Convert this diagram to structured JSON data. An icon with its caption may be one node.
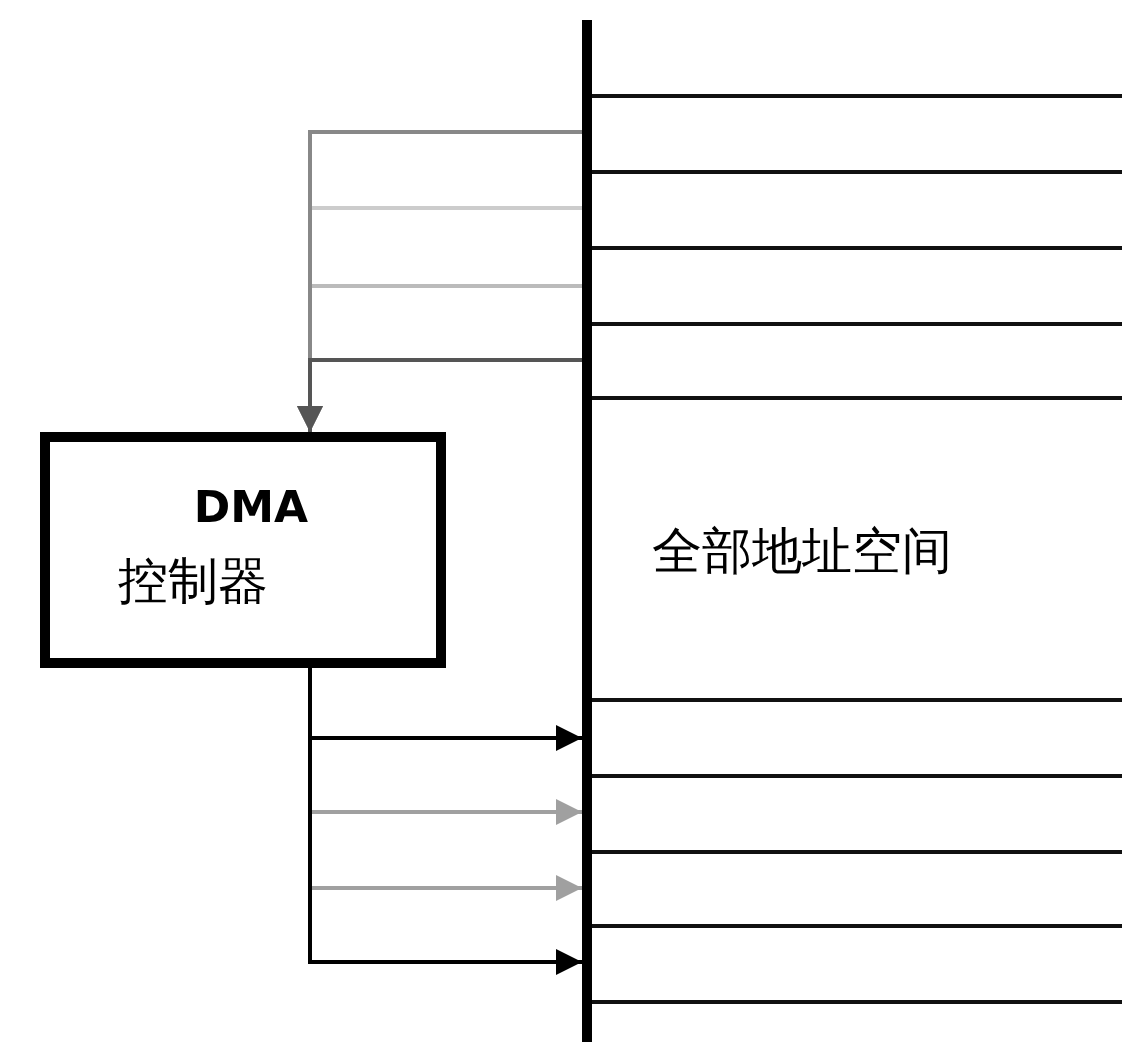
{
  "diagram": {
    "nodes": [
      {
        "text": [
          "DMA",
          "控制器"
        ]
      },
      {
        "text": [
          "全部地址空间"
        ]
      }
    ],
    "edges": [
      {
        "from": 1,
        "to": 0,
        "arrow": "to",
        "color": "#cccccc"
      },
      {
        "from": 1,
        "to": 0,
        "arrow": "to",
        "color": "#bbbbbb"
      },
      {
        "from": 1,
        "to": 0,
        "arrow": "to",
        "color": "#888888"
      },
      {
        "from": 1,
        "to": 0,
        "arrow": "to",
        "color": "#555555"
      },
      {
        "from": 0,
        "to": 1,
        "arrow": "to"
      },
      {
        "from": 0,
        "to": 1,
        "arrow": "to",
        "color": "#a0a0a0"
      },
      {
        "from": 0,
        "to": 1,
        "arrow": "to",
        "color": "#a0a0a0"
      },
      {
        "from": 0,
        "to": 1,
        "arrow": "to"
      }
    ]
  }
}
